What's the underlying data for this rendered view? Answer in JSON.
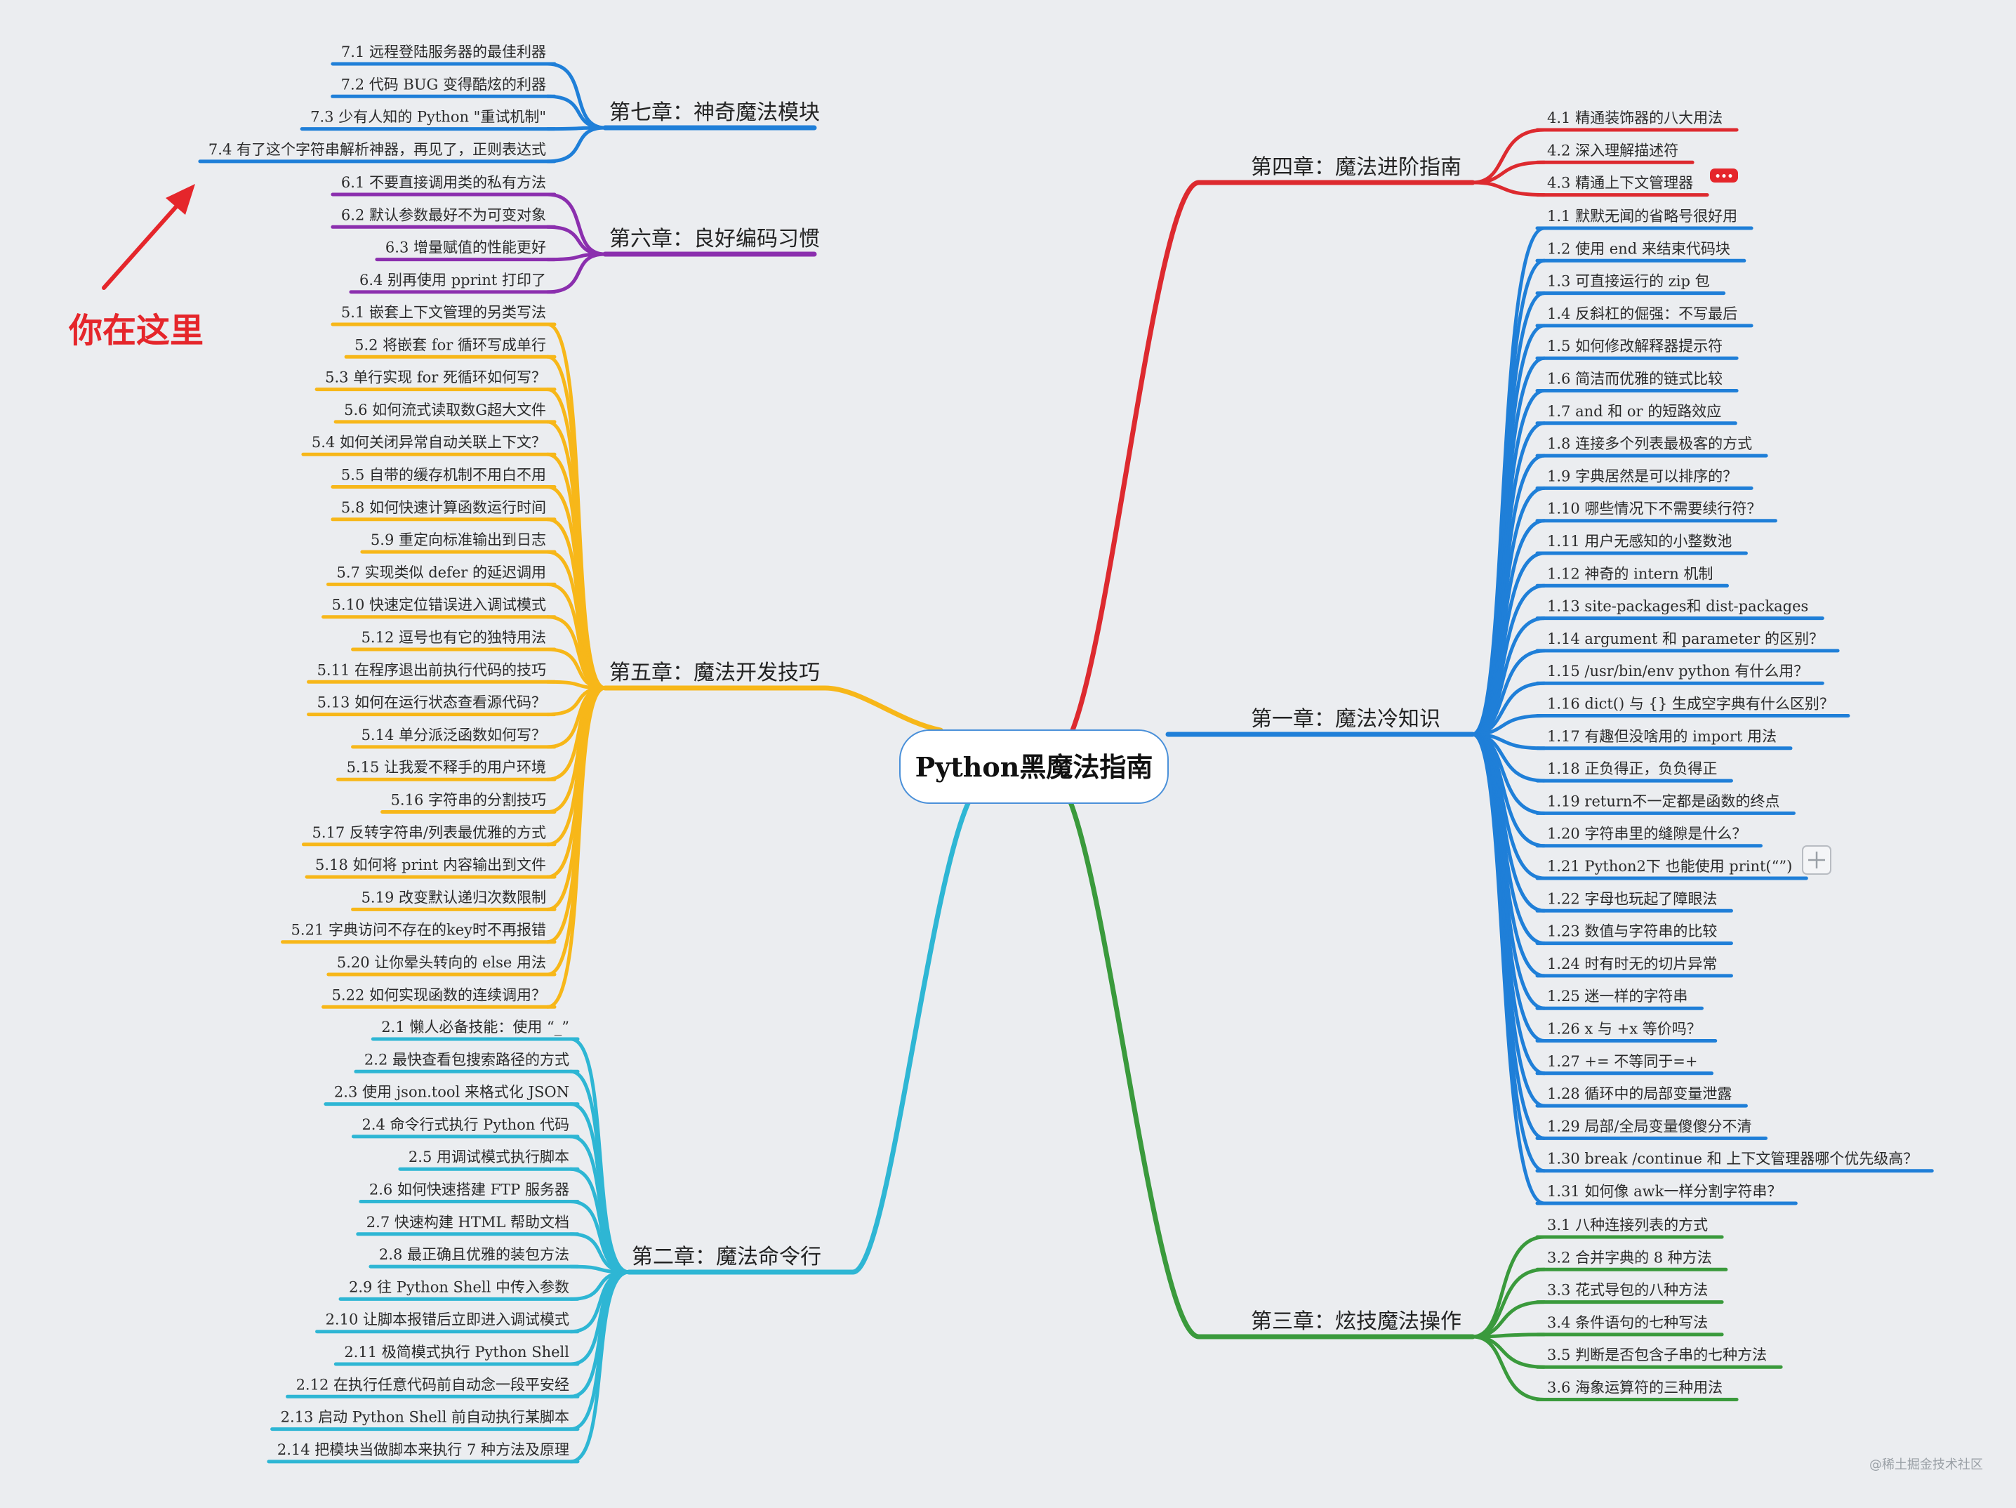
{
  "root": "Python黑魔法指南",
  "you_are_here": "你在这里",
  "watermark": "@稀土掘金技术社区",
  "ellipsis": "•••",
  "colors": {
    "ch1": "#1f7fd8",
    "ch2": "#2eb6d4",
    "ch3": "#3a9a3c",
    "ch4": "#dd2a2f",
    "ch5": "#f7b719",
    "ch6": "#8b2fae",
    "ch7": "#1f7fd8",
    "arrow": "#e5262b"
  },
  "chapters": [
    {
      "id": "ch7",
      "title": "第七章：神奇魔法模块",
      "items": [
        "7.1 远程登陆服务器的最佳利器",
        "7.2 代码 BUG 变得酷炫的利器",
        "7.3 少有人知的 Python \"重试机制\"",
        "7.4 有了这个字符串解析神器，再见了，正则表达式"
      ]
    },
    {
      "id": "ch6",
      "title": "第六章：良好编码习惯",
      "items": [
        "6.1 不要直接调用类的私有方法",
        "6.2 默认参数最好不为可变对象",
        "6.3 增量赋值的性能更好",
        "6.4 别再使用 pprint 打印了"
      ]
    },
    {
      "id": "ch5",
      "title": "第五章：魔法开发技巧",
      "items": [
        "5.1 嵌套上下文管理的另类写法",
        "5.2 将嵌套 for 循环写成单行",
        "5.3 单行实现 for 死循环如何写？",
        "5.6 如何流式读取数G超大文件",
        "5.4 如何关闭异常自动关联上下文？",
        "5.5 自带的缓存机制不用白不用",
        "5.8 如何快速计算函数运行时间",
        "5.9 重定向标准输出到日志",
        "5.7 实现类似 defer 的延迟调用",
        "5.10 快速定位错误进入调试模式",
        "5.12 逗号也有它的独特用法",
        "5.11 在程序退出前执行代码的技巧",
        "5.13 如何在运行状态查看源代码？",
        "5.14 单分派泛函数如何写？",
        "5.15 让我爱不释手的用户环境",
        "5.16 字符串的分割技巧",
        "5.17 反转字符串/列表最优雅的方式",
        "5.18 如何将 print 内容输出到文件",
        "5.19 改变默认递归次数限制",
        "5.21 字典访问不存在的key时不再报错",
        "5.20 让你晕头转向的 else 用法",
        "5.22 如何实现函数的连续调用？"
      ]
    },
    {
      "id": "ch2",
      "title": "第二章：魔法命令行",
      "items": [
        "2.1 懒人必备技能：使用 “_”",
        "2.2 最快查看包搜索路径的方式",
        "2.3 使用 json.tool 来格式化 JSON",
        "2.4 命令行式执行 Python 代码",
        "2.5 用调试模式执行脚本",
        "2.6 如何快速搭建 FTP 服务器",
        "2.7 快速构建 HTML 帮助文档",
        "2.8 最正确且优雅的装包方法",
        "2.9 往 Python Shell 中传入参数",
        "2.10 让脚本报错后立即进入调试模式",
        "2.11 极简模式执行 Python Shell",
        "2.12 在执行任意代码前自动念一段平安经",
        "2.13 启动 Python Shell 前自动执行某脚本",
        "2.14 把模块当做脚本来执行 7 种方法及原理"
      ]
    },
    {
      "id": "ch4",
      "title": "第四章：魔法进阶指南",
      "items": [
        "4.1 精通装饰器的八大用法",
        "4.2 深入理解描述符",
        "4.3 精通上下文管理器"
      ]
    },
    {
      "id": "ch1",
      "title": "第一章：魔法冷知识",
      "items": [
        "1.1 默默无闻的省略号很好用",
        "1.2 使用 end 来结束代码块",
        "1.3 可直接运行的 zip 包",
        "1.4 反斜杠的倔强：不写最后",
        "1.5 如何修改解释器提示符",
        "1.6 简洁而优雅的链式比较",
        "1.7 and 和 or 的短路效应",
        "1.8 连接多个列表最极客的方式",
        "1.9 字典居然是可以排序的？",
        "1.10 哪些情况下不需要续行符？",
        "1.11 用户无感知的小整数池",
        "1.12 神奇的 intern 机制",
        "1.13 site-packages和 dist-packages",
        "1.14 argument 和 parameter 的区别？",
        "1.15 /usr/bin/env python 有什么用？",
        "1.16 dict() 与 {} 生成空字典有什么区别？",
        "1.17 有趣但没啥用的 import 用法",
        "1.18 正负得正，负负得正",
        "1.19 return不一定都是函数的终点",
        "1.20 字符串里的缝隙是什么？",
        "1.21 Python2下 也能使用 print(“”)",
        "1.22 字母也玩起了障眼法",
        "1.23 数值与字符串的比较",
        "1.24 时有时无的切片异常",
        "1.25 迷一样的字符串",
        "1.26 x 与 +x 等价吗？",
        "1.27 += 不等同于=+",
        "1.28 循环中的局部变量泄露",
        "1.29 局部/全局变量傻傻分不清",
        "1.30 break /continue 和 上下文管理器哪个优先级高？",
        "1.31 如何像 awk一样分割字符串？"
      ]
    },
    {
      "id": "ch3",
      "title": "第三章：炫技魔法操作",
      "items": [
        "3.1 八种连接列表的方式",
        "3.2 合并字典的 8 种方法",
        "3.3 花式导包的八种方法",
        "3.4 条件语句的七种写法",
        "3.5 判断是否包含子串的七种方法",
        "3.6 海象运算符的三种用法"
      ]
    }
  ]
}
